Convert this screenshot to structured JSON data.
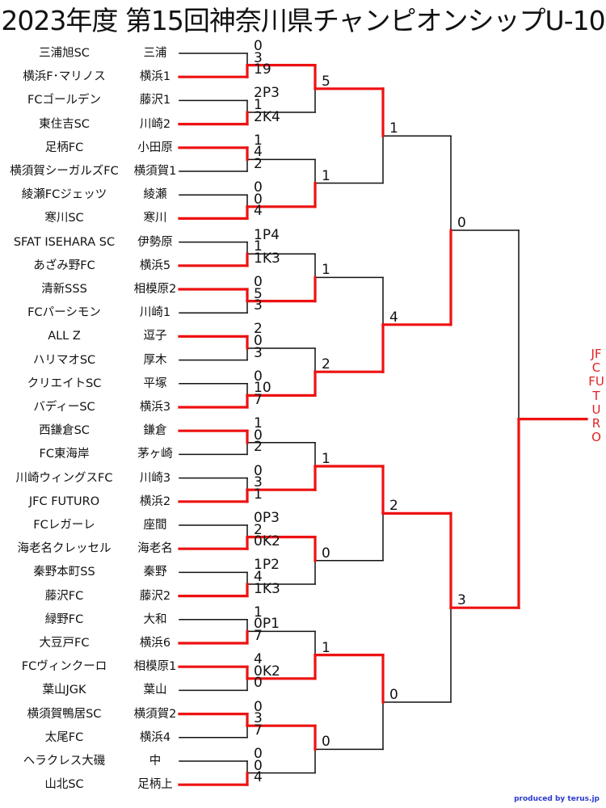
{
  "title": "2023年度 第15回神奈川県チャンピオンシップU-10",
  "champion": "JFC FUTURO",
  "credit": "produced by terus.jp",
  "colors": {
    "win": "#ee1111",
    "line": "#111111",
    "champion": "#e02020"
  },
  "teams": [
    {
      "name": "三浦旭SC",
      "district": "三浦",
      "score": "0"
    },
    {
      "name": "横浜F･マリノス",
      "district": "横浜1",
      "score": "19"
    },
    {
      "name": "FCゴールデン",
      "district": "藤沢1",
      "score": "2P3"
    },
    {
      "name": "東住吉SC",
      "district": "川崎2",
      "score": "2K4"
    },
    {
      "name": "足柄FC",
      "district": "小田原",
      "score": "1"
    },
    {
      "name": "横須賀シーガルズFC",
      "district": "横須賀1",
      "score": "2"
    },
    {
      "name": "綾瀬FCジェッツ",
      "district": "綾瀬",
      "score": "0"
    },
    {
      "name": "寒川SC",
      "district": "寒川",
      "score": "4"
    },
    {
      "name": "SFAT ISEHARA SC",
      "district": "伊勢原",
      "score": "1P4"
    },
    {
      "name": "あざみ野FC",
      "district": "横浜5",
      "score": "1K3"
    },
    {
      "name": "清新SSS",
      "district": "相模原2",
      "score": "0"
    },
    {
      "name": "FCパーシモン",
      "district": "川崎1",
      "score": "3"
    },
    {
      "name": "ALL Z",
      "district": "逗子",
      "score": "2"
    },
    {
      "name": "ハリマオSC",
      "district": "厚木",
      "score": "3"
    },
    {
      "name": "クリエイトSC",
      "district": "平塚",
      "score": "0"
    },
    {
      "name": "バディーSC",
      "district": "横浜3",
      "score": "7"
    },
    {
      "name": "西鎌倉SC",
      "district": "鎌倉",
      "score": "1"
    },
    {
      "name": "FC東海岸",
      "district": "茅ヶ崎",
      "score": "2"
    },
    {
      "name": "川崎ウィングスFC",
      "district": "川崎3",
      "score": "0"
    },
    {
      "name": "JFC FUTURO",
      "district": "横浜2",
      "score": "1"
    },
    {
      "name": "FCレガーレ",
      "district": "座間",
      "score": "0P3"
    },
    {
      "name": "海老名クレッセル",
      "district": "海老名",
      "score": "0K2"
    },
    {
      "name": "秦野本町SS",
      "district": "秦野",
      "score": "1P2"
    },
    {
      "name": "藤沢FC",
      "district": "藤沢2",
      "score": "1K3"
    },
    {
      "name": "緑野FC",
      "district": "大和",
      "score": "1"
    },
    {
      "name": "大豆戸FC",
      "district": "横浜6",
      "score": "7"
    },
    {
      "name": "FCヴィンクーロ",
      "district": "相模原1",
      "score": "4"
    },
    {
      "name": "葉山JGK",
      "district": "葉山",
      "score": "0"
    },
    {
      "name": "横須賀鴨居SC",
      "district": "横須賀2",
      "score": "0"
    },
    {
      "name": "太尾FC",
      "district": "横浜4",
      "score": "7"
    },
    {
      "name": "ヘラクレス大磯",
      "district": "中",
      "score": "0"
    },
    {
      "name": "山北SC",
      "district": "足柄上",
      "score": "4"
    }
  ],
  "rounds": [
    {
      "name": "r1",
      "winners": [
        1,
        1,
        0,
        1,
        1,
        0,
        0,
        1,
        0,
        1,
        1,
        1,
        1,
        0,
        0,
        1
      ]
    },
    {
      "name": "r2",
      "scores": [
        "3",
        "1",
        "4",
        "0",
        "1",
        "5",
        "0",
        "10",
        "0",
        "3",
        "2",
        "4",
        "0P1",
        "0K2",
        "3",
        "0"
      ],
      "winners": [
        0,
        1,
        1,
        1,
        1,
        0,
        1,
        0
      ]
    },
    {
      "name": "r3",
      "scores": [
        "5",
        "1",
        "1",
        "2",
        "1",
        "0",
        "1",
        "0"
      ],
      "winners": [
        0,
        1,
        0,
        0
      ]
    },
    {
      "name": "r4",
      "scores": [
        "1",
        "4",
        "2",
        "0"
      ],
      "winners": [
        1,
        0
      ]
    },
    {
      "name": "final",
      "scores": [
        "0",
        "3"
      ],
      "winners": [
        1
      ]
    }
  ]
}
